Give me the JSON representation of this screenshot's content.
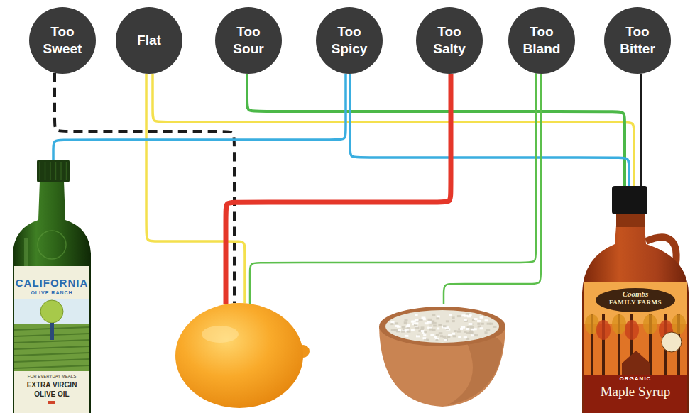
{
  "diagram": {
    "nodes": [
      {
        "text": [
          "Too Sweet"
        ]
      },
      {
        "text": [
          "Flat"
        ]
      },
      {
        "text": [
          "Too Sour"
        ]
      },
      {
        "text": [
          "Too Spicy"
        ]
      },
      {
        "text": [
          "Too Salty"
        ]
      },
      {
        "text": [
          "Too Bland"
        ]
      },
      {
        "text": [
          "Too Bitter"
        ]
      },
      {
        "text": [
          "CALIFORNIA",
          "OLIVE RANCH",
          "FOR EVERYDAY MEALS",
          "EXTRA VIRGIN",
          "OLIVE OIL"
        ]
      },
      {
        "text": []
      },
      {
        "text": []
      },
      {
        "text": [
          "Coombs",
          "FAMILY FARMS",
          "ORGANIC",
          "Maple Syrup"
        ]
      }
    ],
    "edges": [
      {
        "from": 0,
        "to": 8,
        "arrow": "none"
      },
      {
        "from": 1,
        "to": 8,
        "arrow": "none"
      },
      {
        "from": 1,
        "to": 10,
        "arrow": "none"
      },
      {
        "from": 2,
        "to": 10,
        "arrow": "none"
      },
      {
        "from": 3,
        "to": 7,
        "arrow": "none"
      },
      {
        "from": 3,
        "to": 10,
        "arrow": "none"
      },
      {
        "from": 4,
        "to": 8,
        "arrow": "none"
      },
      {
        "from": 5,
        "to": 8,
        "arrow": "none"
      },
      {
        "from": 5,
        "to": 9,
        "arrow": "none"
      },
      {
        "from": 6,
        "to": 10,
        "arrow": "none"
      }
    ]
  }
}
